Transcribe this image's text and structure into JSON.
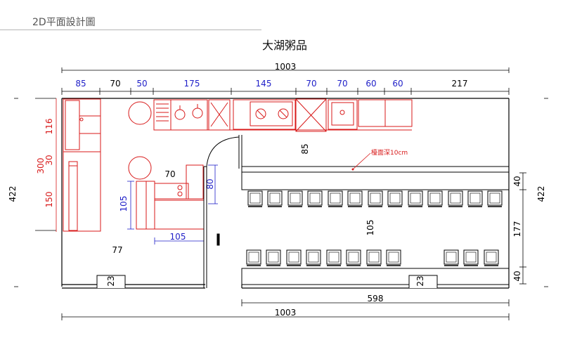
{
  "header": {
    "title": "2D平面設計圖"
  },
  "plan": {
    "title": "大湖粥品",
    "top_total": "1003",
    "bottom_total": "1003",
    "bottom_partial": "598",
    "left_height": "422",
    "right_height": "422",
    "top_segments": [
      "85",
      "70",
      "50",
      "175",
      "145",
      "70",
      "70",
      "60",
      "60",
      "217"
    ],
    "left_red": [
      "116",
      "30",
      "300",
      "150"
    ],
    "right_segments": [
      "40",
      "177",
      "40"
    ],
    "interior": {
      "dim_70": "70",
      "dim_80": "80",
      "dim_105_v": "105",
      "dim_105_h": "105",
      "dim_77": "77",
      "dim_85": "85",
      "dim_105_aisle": "105",
      "step_left": "23",
      "step_right": "23",
      "counter_note": "檯面深10cm"
    }
  },
  "colors": {
    "wall": "#000000",
    "fixture": "#d81a1a",
    "dimension_blue": "#1f1fc8"
  }
}
